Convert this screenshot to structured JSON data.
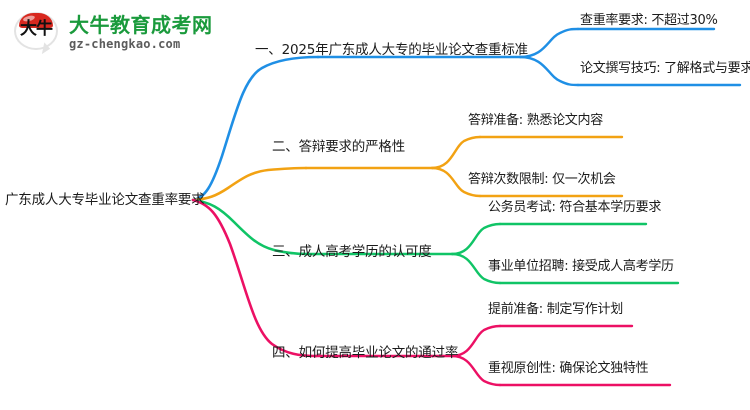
{
  "logo": {
    "mark_text": "大牛",
    "title": "大牛教育成考网",
    "domain": "gz-chengkao.com"
  },
  "mindmap": {
    "root": "广东成人大专毕业论文查重率要求",
    "branches": [
      {
        "label": "一、2025年广东成人大专的毕业论文查重标准",
        "color": "#1f8fe5",
        "children": [
          "查重率要求: 不超过30%",
          "论文撰写技巧: 了解格式与要求"
        ]
      },
      {
        "label": "二、答辩要求的严格性",
        "color": "#f2a213",
        "children": [
          "答辩准备: 熟悉论文内容",
          "答辩次数限制: 仅一次机会"
        ]
      },
      {
        "label": "三、成人高考学历的认可度",
        "color": "#00c martial"
      }
    ]
  }
}
